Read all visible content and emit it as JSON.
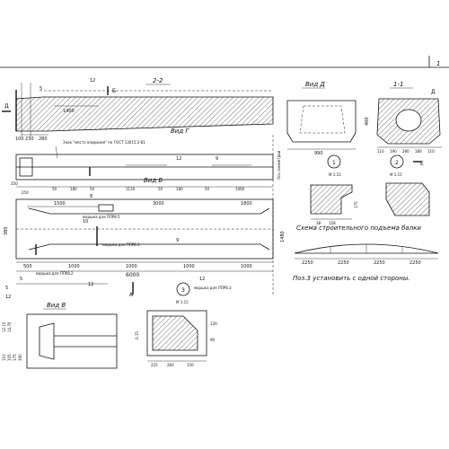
{
  "sheet_marker": "1",
  "section_22": {
    "title": "2-2",
    "dims": [
      "5",
      "12",
      "1400",
      "230",
      "100",
      "280"
    ],
    "marks": [
      "Б",
      "Д"
    ]
  },
  "view_g": {
    "title": "Вид Г",
    "note": "Знак \"место опирания\" по ГОСТ 13015.2-81",
    "marks": [
      "12",
      "9"
    ],
    "side_label": "Ось симметрии"
  },
  "view_b": {
    "title": "Вид Б",
    "top_dims": [
      "250",
      "250",
      "50",
      "180",
      "50",
      "1120",
      "50",
      "180",
      "50",
      "1060"
    ],
    "mid_dims": [
      "1500",
      "3000",
      "1800"
    ],
    "left_dims": [
      "380",
      "1480"
    ],
    "bottom_dims": [
      "500",
      "1000",
      "1000",
      "1000",
      "1000"
    ],
    "total": "6000",
    "labels": {
      "a": "маршка для ППР8.5",
      "b": "маршка для ППР8.3",
      "c": "маршка для ППР8.2",
      "d": "маршка для ППР8.3"
    },
    "marks": [
      "8",
      "10",
      "9",
      "12",
      "5",
      "12"
    ]
  },
  "view_d": {
    "title": "Вид Д",
    "dims": [
      "990",
      "400"
    ]
  },
  "section_11": {
    "title": "1-1",
    "dims": [
      "110",
      "190",
      "280",
      "180",
      "110"
    ],
    "marks": [
      "Д",
      "Е"
    ]
  },
  "node_1": {
    "num": "1",
    "scale": "М 1:15",
    "dims": [
      "38",
      "158",
      "175"
    ]
  },
  "node_2": {
    "num": "2",
    "scale": "М 1:15"
  },
  "lifting": {
    "title": "Схема строительного подъема балки",
    "dims": [
      "2250",
      "2250",
      "2250",
      "2250"
    ]
  },
  "note": "Поз.3 установить с одной стороны.",
  "view_v": {
    "title": "Вид В",
    "dims": [
      "12",
      "5",
      "14.70",
      "12.15",
      "110",
      "105",
      "175",
      "390"
    ]
  },
  "node_3": {
    "num": "3",
    "scale": "М 1:15",
    "dims": [
      "225",
      "130",
      "260",
      "90",
      "150",
      "0.15"
    ]
  },
  "arrow_a": "А"
}
